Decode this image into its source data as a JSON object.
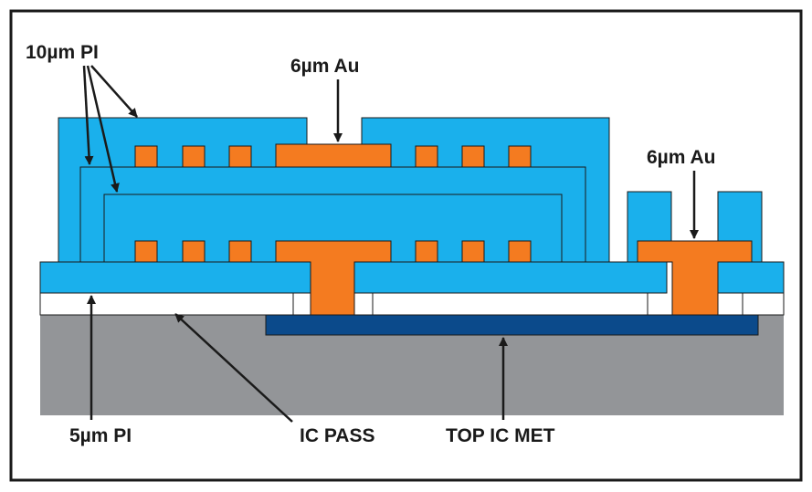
{
  "labels": {
    "pi_10um": "10µm PI",
    "au_6um_top": "6µm Au",
    "au_6um_right": "6µm Au",
    "pi_5um": "5µm PI",
    "ic_pass": "IC PASS",
    "top_ic_met": "TOP IC MET"
  },
  "colors": {
    "frame": "#1a1a1a",
    "substrate": "#939598",
    "metal_top": "#0b4a8b",
    "passivation": "#ffffff",
    "polyimide": "#1ab0ec",
    "gold": "#f47b20",
    "outline": "#1a1a1a"
  }
}
